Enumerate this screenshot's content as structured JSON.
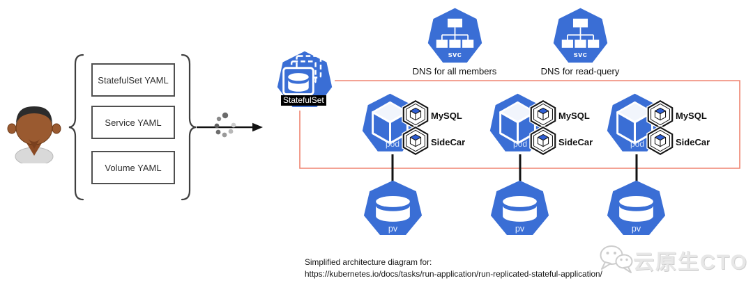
{
  "colors": {
    "k8s_blue": "#3a6ed5",
    "connector_red": "#ef8370",
    "line_black": "#111111",
    "container_cube_blue": "#2e5ed4"
  },
  "inputs": {
    "boxes": [
      {
        "label": "StatefulSet YAML"
      },
      {
        "label": "Service YAML"
      },
      {
        "label": "Volume YAML"
      }
    ]
  },
  "statefulset": {
    "label": "StatefulSet"
  },
  "services": [
    {
      "icon_label": "svc",
      "caption": "DNS for all members"
    },
    {
      "icon_label": "svc",
      "caption": "DNS for read-query"
    }
  ],
  "pods": [
    {
      "icon_label": "pod",
      "containers": [
        {
          "label": "MySQL"
        },
        {
          "label": "SideCar"
        }
      ]
    },
    {
      "icon_label": "pod",
      "containers": [
        {
          "label": "MySQL"
        },
        {
          "label": "SideCar"
        }
      ]
    },
    {
      "icon_label": "pod",
      "containers": [
        {
          "label": "MySQL"
        },
        {
          "label": "SideCar"
        }
      ]
    }
  ],
  "volumes": [
    {
      "icon_label": "pv"
    },
    {
      "icon_label": "pv"
    },
    {
      "icon_label": "pv"
    }
  ],
  "caption": {
    "line1": "Simplified architecture diagram for:",
    "line2": "https://kubernetes.io/docs/tasks/run-application/run-replicated-stateful-application/"
  },
  "watermark": {
    "text": "云原生CTO"
  }
}
